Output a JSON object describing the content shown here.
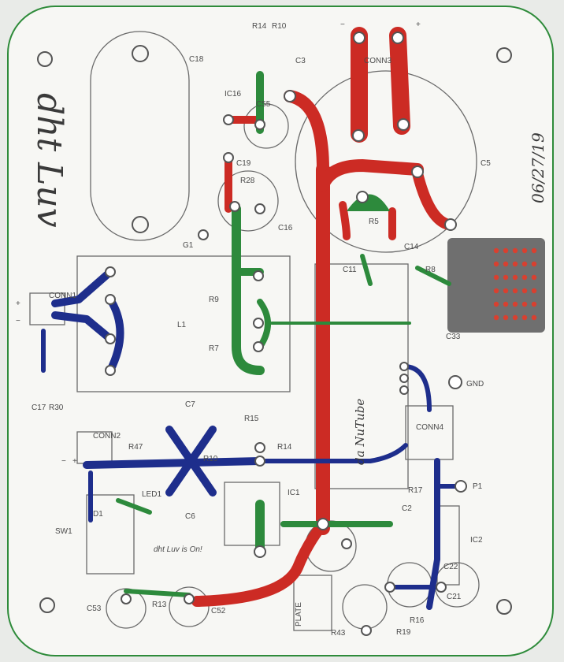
{
  "board": {
    "title": "dht Luv",
    "date": "06/27/19",
    "tube_label": "da NuTube",
    "tagline": "dht Luv is On!"
  },
  "colors": {
    "paper": "#f7f7f4",
    "outline": "#2e8b3a",
    "red_trace": "#cc2b24",
    "green_trace": "#2d8a3c",
    "blue_trace": "#1e2e8c",
    "silkscreen": "#6a6a6a",
    "heatsink": "#6f6f6f",
    "pin_red": "#d84030"
  },
  "labels": {
    "conn3": "CONN3",
    "conn1": "CONN1",
    "conn2": "CONN2",
    "conn4": "CONN4",
    "c5": "C5",
    "c3": "C3",
    "c18": "C18",
    "r14_top": "R14",
    "r10_top": "R10",
    "ic16": "IC16",
    "c55": "C55",
    "c19": "C19",
    "r28": "R28",
    "c16": "C16",
    "g1": "G1",
    "r5": "R5",
    "c14": "C14",
    "r8": "R8",
    "c11": "C11",
    "c33": "C33",
    "l1": "L1",
    "r9": "R9",
    "r7": "R7",
    "gnd": "GND",
    "c17": "C17",
    "r30": "R30",
    "c7": "C7",
    "r15": "R15",
    "r47": "R47",
    "r10": "R10",
    "r14": "R14",
    "r17": "R17",
    "p1": "P1",
    "led1": "LED1",
    "d1": "D1",
    "sw1": "SW1",
    "ic1": "IC1",
    "ic2": "IC2",
    "c2": "C2",
    "c22": "C22",
    "c21": "C21",
    "r16": "R16",
    "r19": "R19",
    "r13": "R13",
    "r43": "R43",
    "c53": "C53",
    "c52": "C52",
    "c6": "C6",
    "plate": "PLATE",
    "plus": "+",
    "minus": "−"
  }
}
